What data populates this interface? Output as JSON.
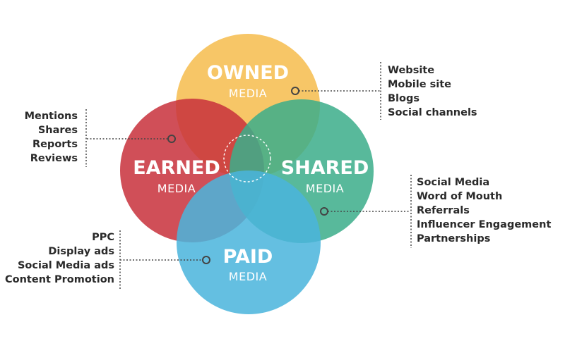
{
  "colors": {
    "owned": "#f6bd4e",
    "earned": "#c8323c",
    "shared": "#3dad8a",
    "paid": "#4bb4dc",
    "text": "#2a2a2a",
    "connector": "#444444"
  },
  "circles": {
    "owned": {
      "title": "OWNED",
      "subtitle": "MEDIA"
    },
    "earned": {
      "title": "EARNED",
      "subtitle": "MEDIA"
    },
    "shared": {
      "title": "SHARED",
      "subtitle": "MEDIA"
    },
    "paid": {
      "title": "PAID",
      "subtitle": "MEDIA"
    }
  },
  "lists": {
    "owned": [
      "Website",
      "Mobile site",
      "Blogs",
      "Social channels"
    ],
    "earned": [
      "Mentions",
      "Shares",
      "Reports",
      "Reviews"
    ],
    "shared": [
      "Social Media",
      "Word of Mouth",
      "Referrals",
      "Influencer Engagement",
      "Partnerships"
    ],
    "paid": [
      "PPC",
      "Display ads",
      "Social Media ads",
      "Content Promotion"
    ]
  }
}
